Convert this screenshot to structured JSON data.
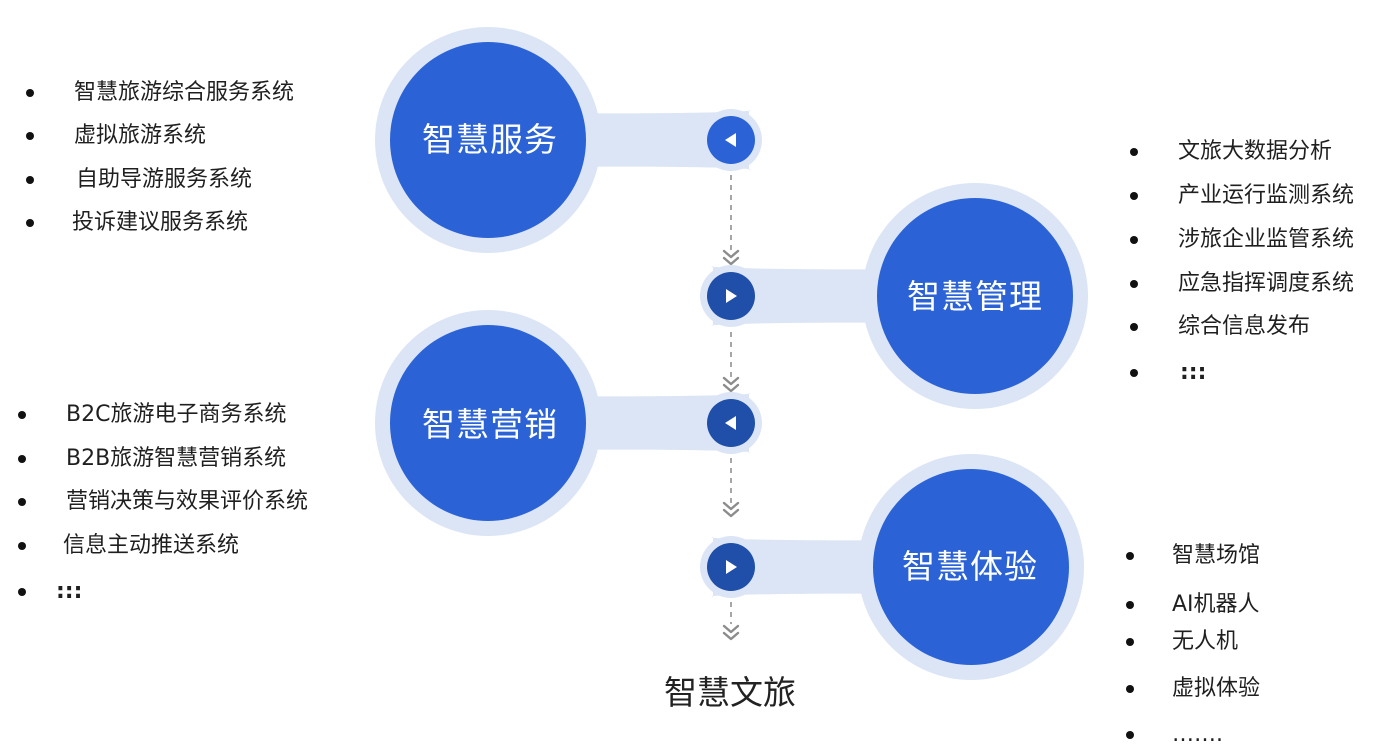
{
  "theme": {
    "circle_color": "#2b63d6",
    "node_color": "#1f4fa8",
    "halo_color": "#dce5f6",
    "connector_color": "#888888"
  },
  "modules": [
    {
      "id": "service",
      "title": "智慧服务",
      "node_icon": "play-left-icon"
    },
    {
      "id": "management",
      "title": "智慧管理",
      "node_icon": "play-right-icon"
    },
    {
      "id": "marketing",
      "title": "智慧营销",
      "node_icon": "play-left-icon"
    },
    {
      "id": "experience",
      "title": "智慧体验",
      "node_icon": "play-right-icon"
    }
  ],
  "lists": {
    "service": [
      "智慧旅游综合服务系统",
      "虚拟旅游系统",
      "自助导游服务系统",
      "投诉建议服务系统"
    ],
    "management": [
      "文旅大数据分析",
      "产业运行监测系统",
      "涉旅企业监管系统",
      "应急指挥调度系统",
      "综合信息发布",
      ":::"
    ],
    "marketing": [
      "B2C旅游电子商务系统",
      "B2B旅游智慧营销系统",
      "营销决策与效果评价系统",
      "信息主动推送系统",
      ":::"
    ],
    "experience": [
      "智慧场馆",
      "AI机器人",
      "无人机",
      "虚拟体验",
      "……."
    ]
  },
  "bottom_title": "智慧文旅"
}
